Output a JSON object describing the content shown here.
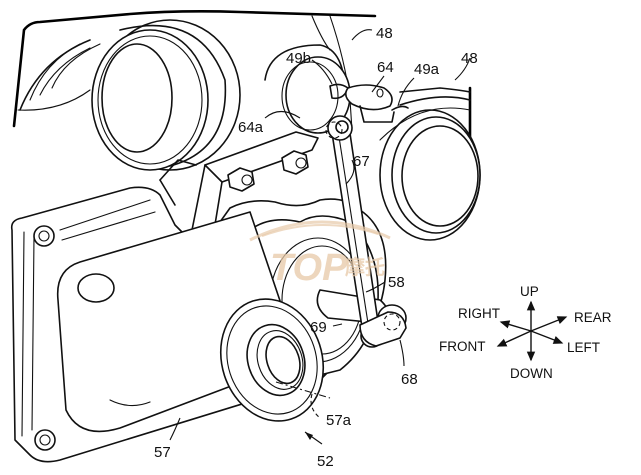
{
  "figure": {
    "description": "Patent line drawing of an actuator assembly (motor 57 driving link 67 / lever 64) with reference numerals and a direction compass",
    "labels": {
      "l48_top": "48",
      "l48_right": "48",
      "l49b": "49b",
      "l64": "64",
      "l49a": "49a",
      "l64a": "64a",
      "l67": "67",
      "l58": "58",
      "l69": "69",
      "l68": "68",
      "l57": "57",
      "l57a": "57a",
      "l52": "52"
    },
    "compass": {
      "up": "UP",
      "down": "DOWN",
      "right": "RIGHT",
      "rear": "REAR",
      "front": "FRONT",
      "left": "LEFT"
    },
    "watermark": {
      "latin": "TOP",
      "chinese": "摩托"
    }
  }
}
